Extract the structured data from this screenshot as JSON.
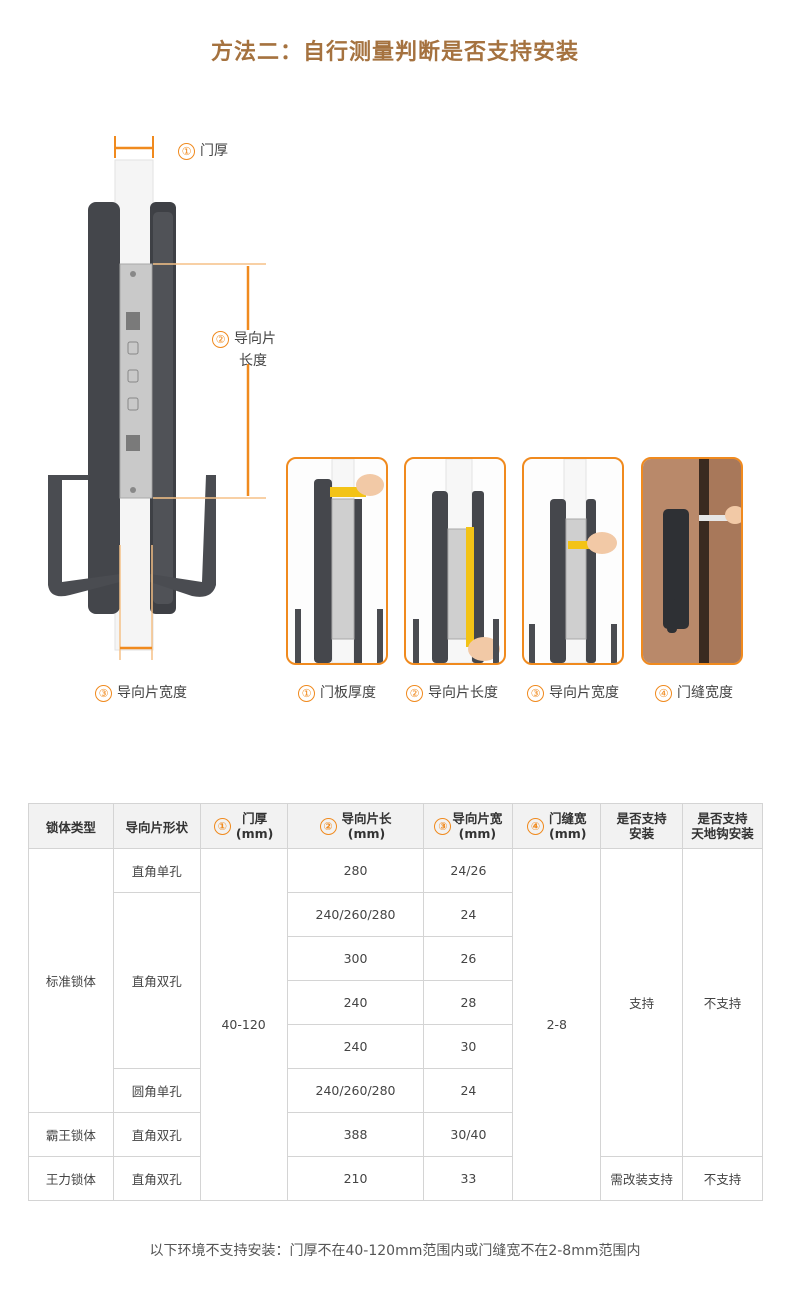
{
  "title": "方法二：自行测量判断是否支持安装",
  "diagram": {
    "num1": "①",
    "label1": "门厚",
    "num2": "②",
    "label2_line1": "导向片",
    "label2_line2": "长度",
    "num3": "③",
    "label3": "导向片宽度"
  },
  "photos": [
    {
      "num": "①",
      "caption": "门板厚度"
    },
    {
      "num": "②",
      "caption": "导向片长度"
    },
    {
      "num": "③",
      "caption": "导向片宽度"
    },
    {
      "num": "④",
      "caption": "门缝宽度"
    }
  ],
  "table": {
    "headers": {
      "lock_type": "锁体类型",
      "plate_shape": "导向片形状",
      "door_thickness_num": "①",
      "door_thickness": "门厚",
      "door_thickness_unit": "(mm)",
      "plate_length_num": "②",
      "plate_length": "导向片长",
      "plate_length_unit": "(mm)",
      "plate_width_num": "③",
      "plate_width": "导向片宽",
      "plate_width_unit": "(mm)",
      "gap_num": "④",
      "gap": "门缝宽",
      "gap_unit": "(mm)",
      "support_l1": "是否支持",
      "support_l2": "安装",
      "hook_l1": "是否支持",
      "hook_l2": "天地钩安装"
    },
    "lock_types": [
      "标准锁体",
      "霸王锁体",
      "王力锁体"
    ],
    "shapes": [
      "直角单孔",
      "直角双孔",
      "圆角单孔",
      "直角双孔",
      "直角双孔"
    ],
    "door_thickness": "40-120",
    "gap_width": "2-8",
    "support": [
      "支持",
      "需改装支持"
    ],
    "hook": [
      "不支持",
      "不支持"
    ],
    "lengths": [
      "280",
      "240/260/280",
      "300",
      "240",
      "240",
      "240/260/280",
      "388",
      "210"
    ],
    "widths": [
      "24/26",
      "24",
      "26",
      "28",
      "30",
      "24",
      "30/40",
      "33"
    ]
  },
  "footnote": "以下环境不支持安装：门厚不在40-120mm范围内或门缝宽不在2-8mm范围内",
  "colors": {
    "accent": "#f08a1e",
    "title": "#a5723f",
    "lock_body": "#45474c"
  }
}
